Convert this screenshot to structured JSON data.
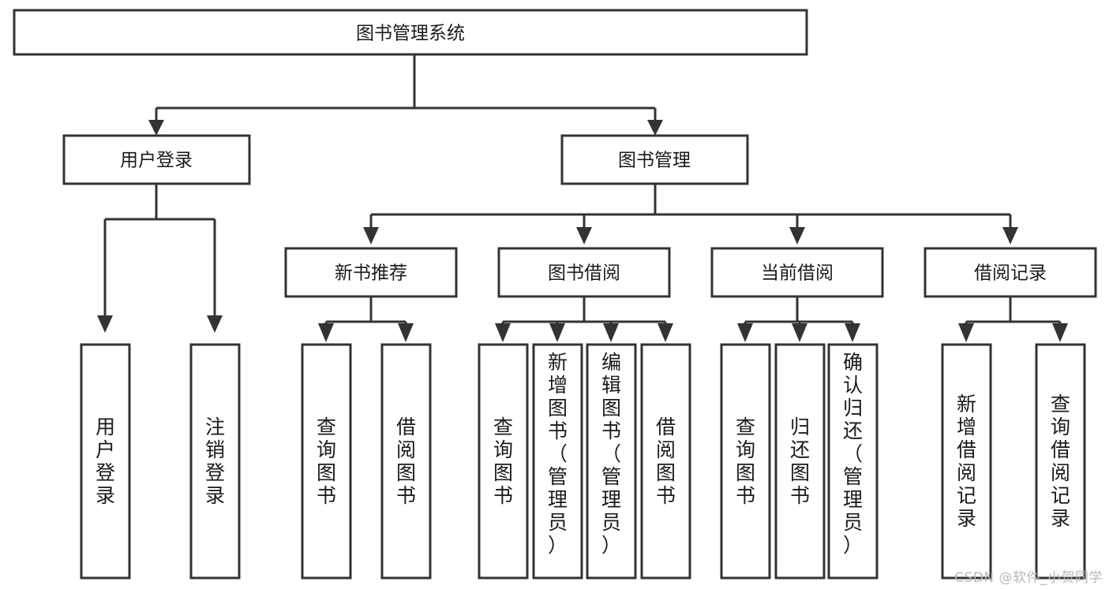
{
  "diagram": {
    "type": "tree",
    "title": "图书管理系统",
    "watermark": "CSDN @软件_小贺同学",
    "colors": {
      "stroke": "#333333",
      "fill": "#ffffff",
      "text": "#1a1a1a",
      "watermark": "#b9b9b9"
    },
    "root": {
      "label": "图书管理系统"
    },
    "level2": [
      {
        "label": "用户登录"
      },
      {
        "label": "图书管理"
      }
    ],
    "level3": [
      {
        "label": "新书推荐"
      },
      {
        "label": "图书借阅"
      },
      {
        "label": "当前借阅"
      },
      {
        "label": "借阅记录"
      }
    ],
    "leaves": {
      "user_login": [
        {
          "label": "用户登录",
          "lines": [
            "用",
            "户",
            "登",
            "录"
          ]
        },
        {
          "label": "注销登录",
          "lines": [
            "注",
            "销",
            "登",
            "录"
          ]
        }
      ],
      "new_book_recommend": [
        {
          "label": "查询图书",
          "lines": [
            "查",
            "询",
            "图",
            "书"
          ]
        },
        {
          "label": "借阅图书",
          "lines": [
            "借",
            "阅",
            "图",
            "书"
          ]
        }
      ],
      "book_borrow": [
        {
          "label": "查询图书",
          "lines": [
            "查",
            "询",
            "图",
            "书"
          ]
        },
        {
          "label": "新增图书（管理员）",
          "lines": [
            "新",
            "增",
            "图",
            "书",
            "（",
            "管",
            "理",
            "员",
            "）"
          ]
        },
        {
          "label": "编辑图书（管理员）",
          "lines": [
            "编",
            "辑",
            "图",
            "书",
            "（",
            "管",
            "理",
            "员",
            "）"
          ]
        },
        {
          "label": "借阅图书",
          "lines": [
            "借",
            "阅",
            "图",
            "书"
          ]
        }
      ],
      "current_borrow": [
        {
          "label": "查询图书",
          "lines": [
            "查",
            "询",
            "图",
            "书"
          ]
        },
        {
          "label": "归还图书",
          "lines": [
            "归",
            "还",
            "图",
            "书"
          ]
        },
        {
          "label": "确认归还（管理员）",
          "lines": [
            "确",
            "认",
            "归",
            "还",
            "（",
            "管",
            "理",
            "员",
            "）"
          ]
        }
      ],
      "borrow_record": [
        {
          "label": "新增借阅记录",
          "lines": [
            "新",
            "增",
            "借",
            "阅",
            "记",
            "录"
          ]
        },
        {
          "label": "查询借阅记录",
          "lines": [
            "查",
            "询",
            "借",
            "阅",
            "记",
            "录"
          ]
        }
      ]
    }
  }
}
